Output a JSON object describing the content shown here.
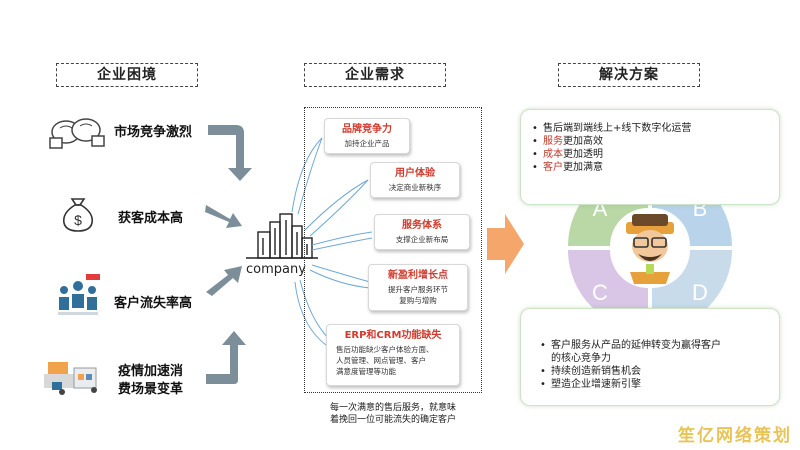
{
  "sections": {
    "pain_title": "企业困境",
    "needs_title": "企业需求",
    "solution_title": "解决方案"
  },
  "pains": [
    {
      "label": "市场竞争激烈",
      "icon": "boxing-gloves-icon"
    },
    {
      "label": "获客成本高",
      "icon": "money-bag-icon"
    },
    {
      "label": "客户流失率高",
      "icon": "people-group-icon"
    },
    {
      "label": "疫情加速消\n费场景变革",
      "icon": "warehouse-scene-icon"
    }
  ],
  "company": {
    "label": "company"
  },
  "needs": [
    {
      "title": "品牌竞争力",
      "desc": "加持企业产品"
    },
    {
      "title": "用户体验",
      "desc": "决定商业新秩序"
    },
    {
      "title": "服务体系",
      "desc": "支撑企业新布局"
    },
    {
      "title": "新盈利增长点",
      "desc": "提升客户服务环节\n复购与增购"
    },
    {
      "title": "ERP和CRM功能缺失",
      "desc": "售后功能缺少客户体验方面、\n人员管理、网点管理、客户\n满意度管理等功能"
    }
  ],
  "needs_note": "每一次满意的售后服务，就意味\n着挽回一位可能流失的确定客户",
  "solution_top": [
    {
      "pre": "",
      "hl": "",
      "post": "售后端到端线上+线下数字化运营"
    },
    {
      "pre": "",
      "hl": "服务",
      "post": "更加高效"
    },
    {
      "pre": "",
      "hl": "成本",
      "post": "更加透明"
    },
    {
      "pre": "",
      "hl": "客户",
      "post": "更加满意"
    }
  ],
  "solution_bottom": [
    "客户服务从产品的延伸转变为赢得客户\n的核心竞争力",
    "持续创造新销售机会",
    "塑造企业增速新引擎"
  ],
  "wheel": {
    "letters": [
      "A",
      "B",
      "C",
      "D"
    ],
    "colors": [
      "#b9d8a6",
      "#b9d3ea",
      "#d9c6e6",
      "#c7dbea"
    ]
  },
  "watermark": "笙亿网络策划"
}
